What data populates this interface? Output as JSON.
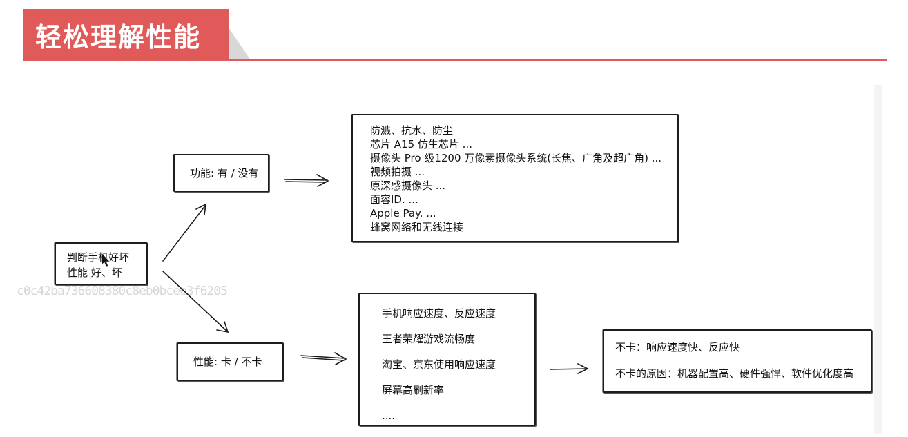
{
  "header": {
    "title": "轻松理解性能"
  },
  "watermark": "c0c42ba736608380c8eb0bcee3f6205",
  "root": {
    "line1": "判断手机好坏",
    "line2": "性能 好、坏"
  },
  "function_node": {
    "label": "功能:  有 / 没有"
  },
  "function_list": [
    "防溅、抗水、防尘",
    "芯片 A15 仿生芯片 ...",
    "摄像头 Pro 级1200 万像素摄像头系统(长焦、广角及超广角) ...",
    "视频拍摄 ...",
    "原深感摄像头 ...",
    "面容ID. ...",
    "Apple Pay. ...",
    "蜂窝网络和无线连接"
  ],
  "perf_node": {
    "label": "性能:    卡  /  不卡"
  },
  "perf_list": [
    "手机响应速度、反应速度",
    "王者荣耀游戏流畅度",
    "淘宝、京东使用响应速度",
    "屏幕高刷新率",
    "...."
  ],
  "result": {
    "line1": "不卡：响应速度快、反应快",
    "line2": "不卡的原因：机器配置高、硬件强悍、软件优化度高"
  }
}
